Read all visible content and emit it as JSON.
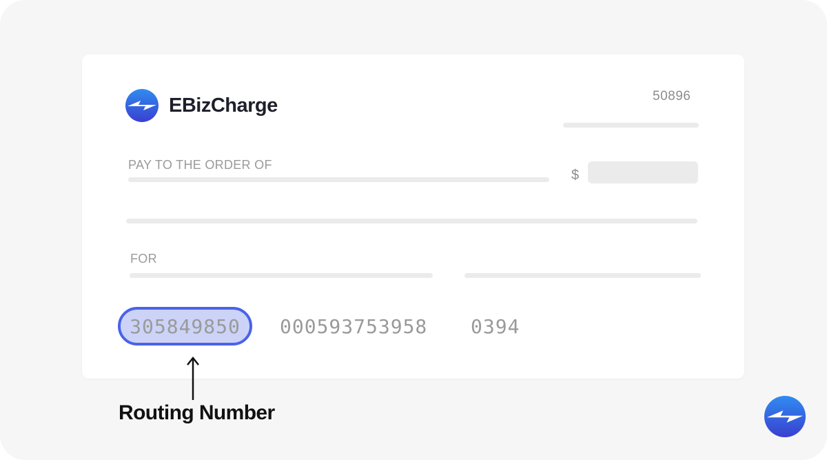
{
  "brand": {
    "name": "EBizCharge",
    "colors": {
      "logo_top": "#2f8cf0",
      "logo_bottom": "#3a3fd0",
      "highlight_border": "#4a63e8",
      "highlight_fill": "#ccd3f7"
    },
    "icon": "ebizcharge-logo-icon"
  },
  "check": {
    "number": "50896",
    "pay_to_label": "PAY TO THE ORDER OF",
    "currency_symbol": "$",
    "for_label": "FOR",
    "routing_number": "305849850",
    "account_number": "000593753958",
    "check_serial": "0394"
  },
  "annotation": {
    "label": "Routing Number",
    "icon": "arrow-up-icon"
  }
}
